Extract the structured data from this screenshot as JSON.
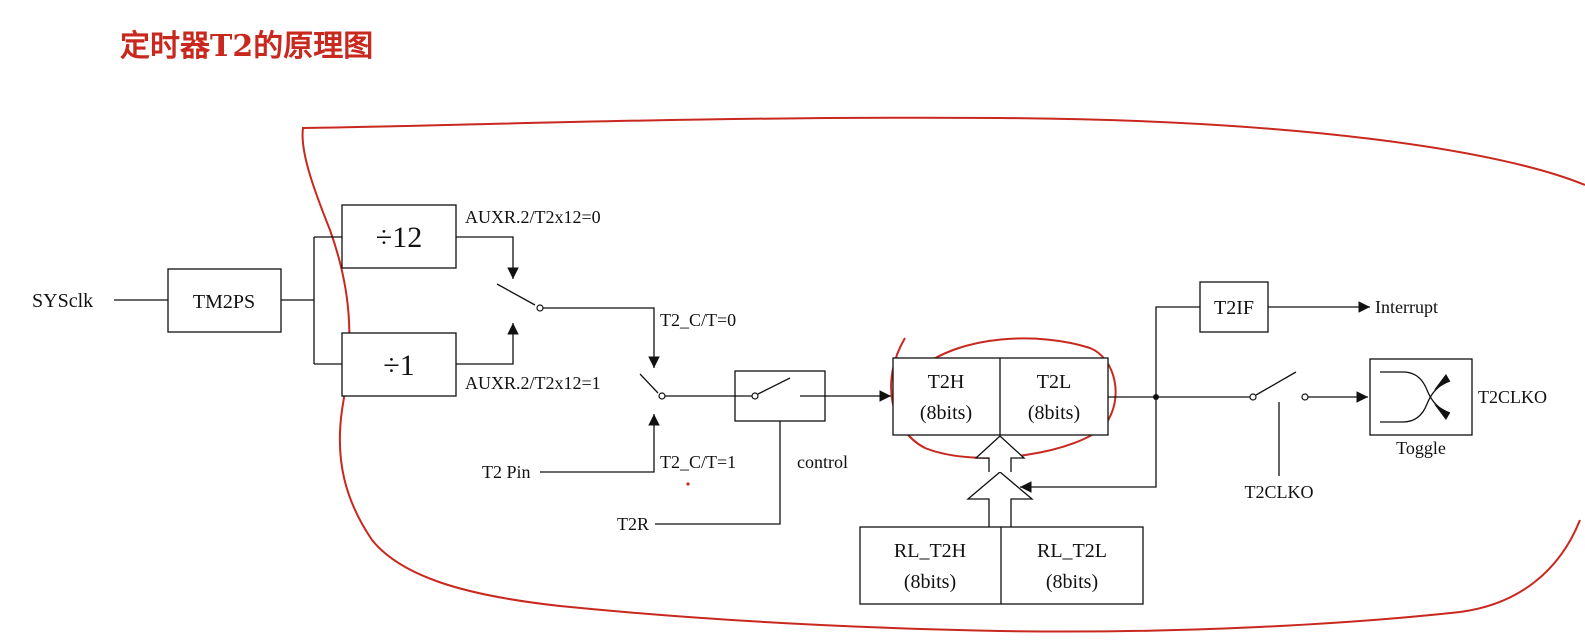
{
  "title": "定时器T2的原理图",
  "colors": {
    "annotation": "#c8281e",
    "title": "#c8281e",
    "ink": "#111111"
  },
  "labels": {
    "sysclk": "SYSclk",
    "tm2ps": "TM2PS",
    "div12": "÷12",
    "div1": "÷1",
    "auxr_0": "AUXR.2/T2x12=0",
    "auxr_1": "AUXR.2/T2x12=1",
    "t2ct0": "T2_C/T=0",
    "t2ct1": "T2_C/T=1",
    "t2pin": "T2 Pin",
    "t2r": "T2R",
    "control": "control",
    "t2h": "T2H",
    "t2l": "T2L",
    "bits8": "(8bits)",
    "t2if": "T2IF",
    "interrupt": "Interrupt",
    "t2clko_out": "T2CLKO",
    "toggle": "Toggle",
    "t2clko_ctrl": "T2CLKO",
    "rl_t2h": "RL_T2H",
    "rl_t2l": "RL_T2L"
  }
}
